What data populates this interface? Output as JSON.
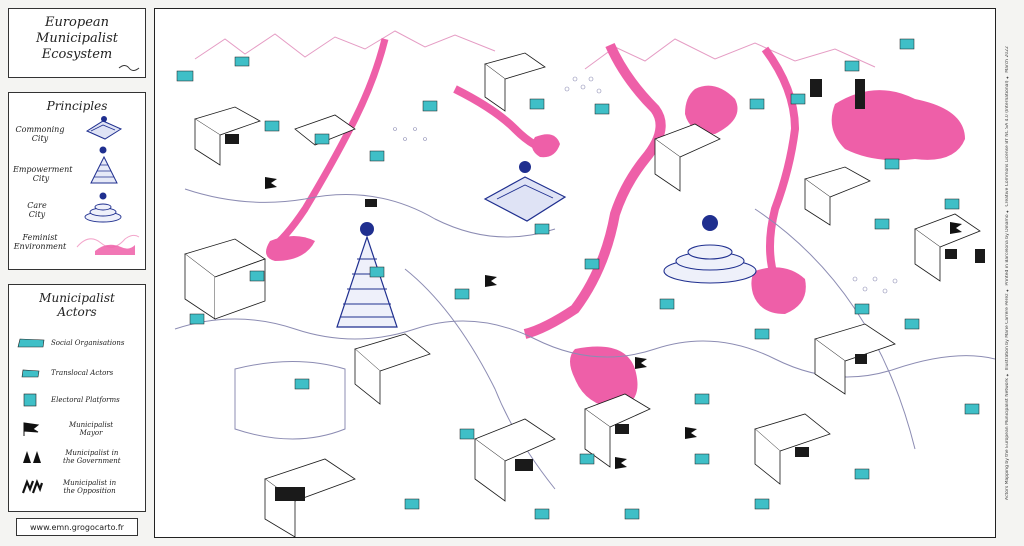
{
  "title": {
    "line1": "European",
    "line2": "Municipalist",
    "line3": "Ecosystem"
  },
  "principles": {
    "heading": "Principles",
    "items": [
      {
        "label_1": "Commoning",
        "label_2": "City"
      },
      {
        "label_1": "Empowerment",
        "label_2": "City"
      },
      {
        "label_1": "Care",
        "label_2": "City"
      },
      {
        "label_1": "Feminist",
        "label_2": "Environment"
      }
    ]
  },
  "actors": {
    "heading_1": "Municipalist",
    "heading_2": "Actors",
    "items": [
      {
        "label": "Social Organisations",
        "icon": "teal-flag-icon"
      },
      {
        "label": "Translocal Actors",
        "icon": "small-teal-flag-icon"
      },
      {
        "label": "Electoral Platforms",
        "icon": "teal-square-icon"
      },
      {
        "label_1": "Municipalist",
        "label_2": "Mayor",
        "icon": "black-flag-icon"
      },
      {
        "label_1": "Municipalist in",
        "label_2": "the Government",
        "icon": "black-double-flag-icon"
      },
      {
        "label_1": "Municipalist in",
        "label_2": "the Opposition",
        "icon": "black-zigzag-icon"
      }
    ]
  },
  "url": "www.emn.grogocarto.fr",
  "credits": "Actors Mapping by the European Municipalist Network ✦ Illustration by Marie Carrère Pérez ✦ Printed in Barcelona by Dinamo ✦ Creative Commons License BY NC SA 4.0 (International) ✦ March 2022",
  "colors": {
    "water": "#ee5fa8",
    "teal": "#3fbfc7",
    "blue": "#1f2f8f",
    "ink": "#1a1a1a"
  }
}
